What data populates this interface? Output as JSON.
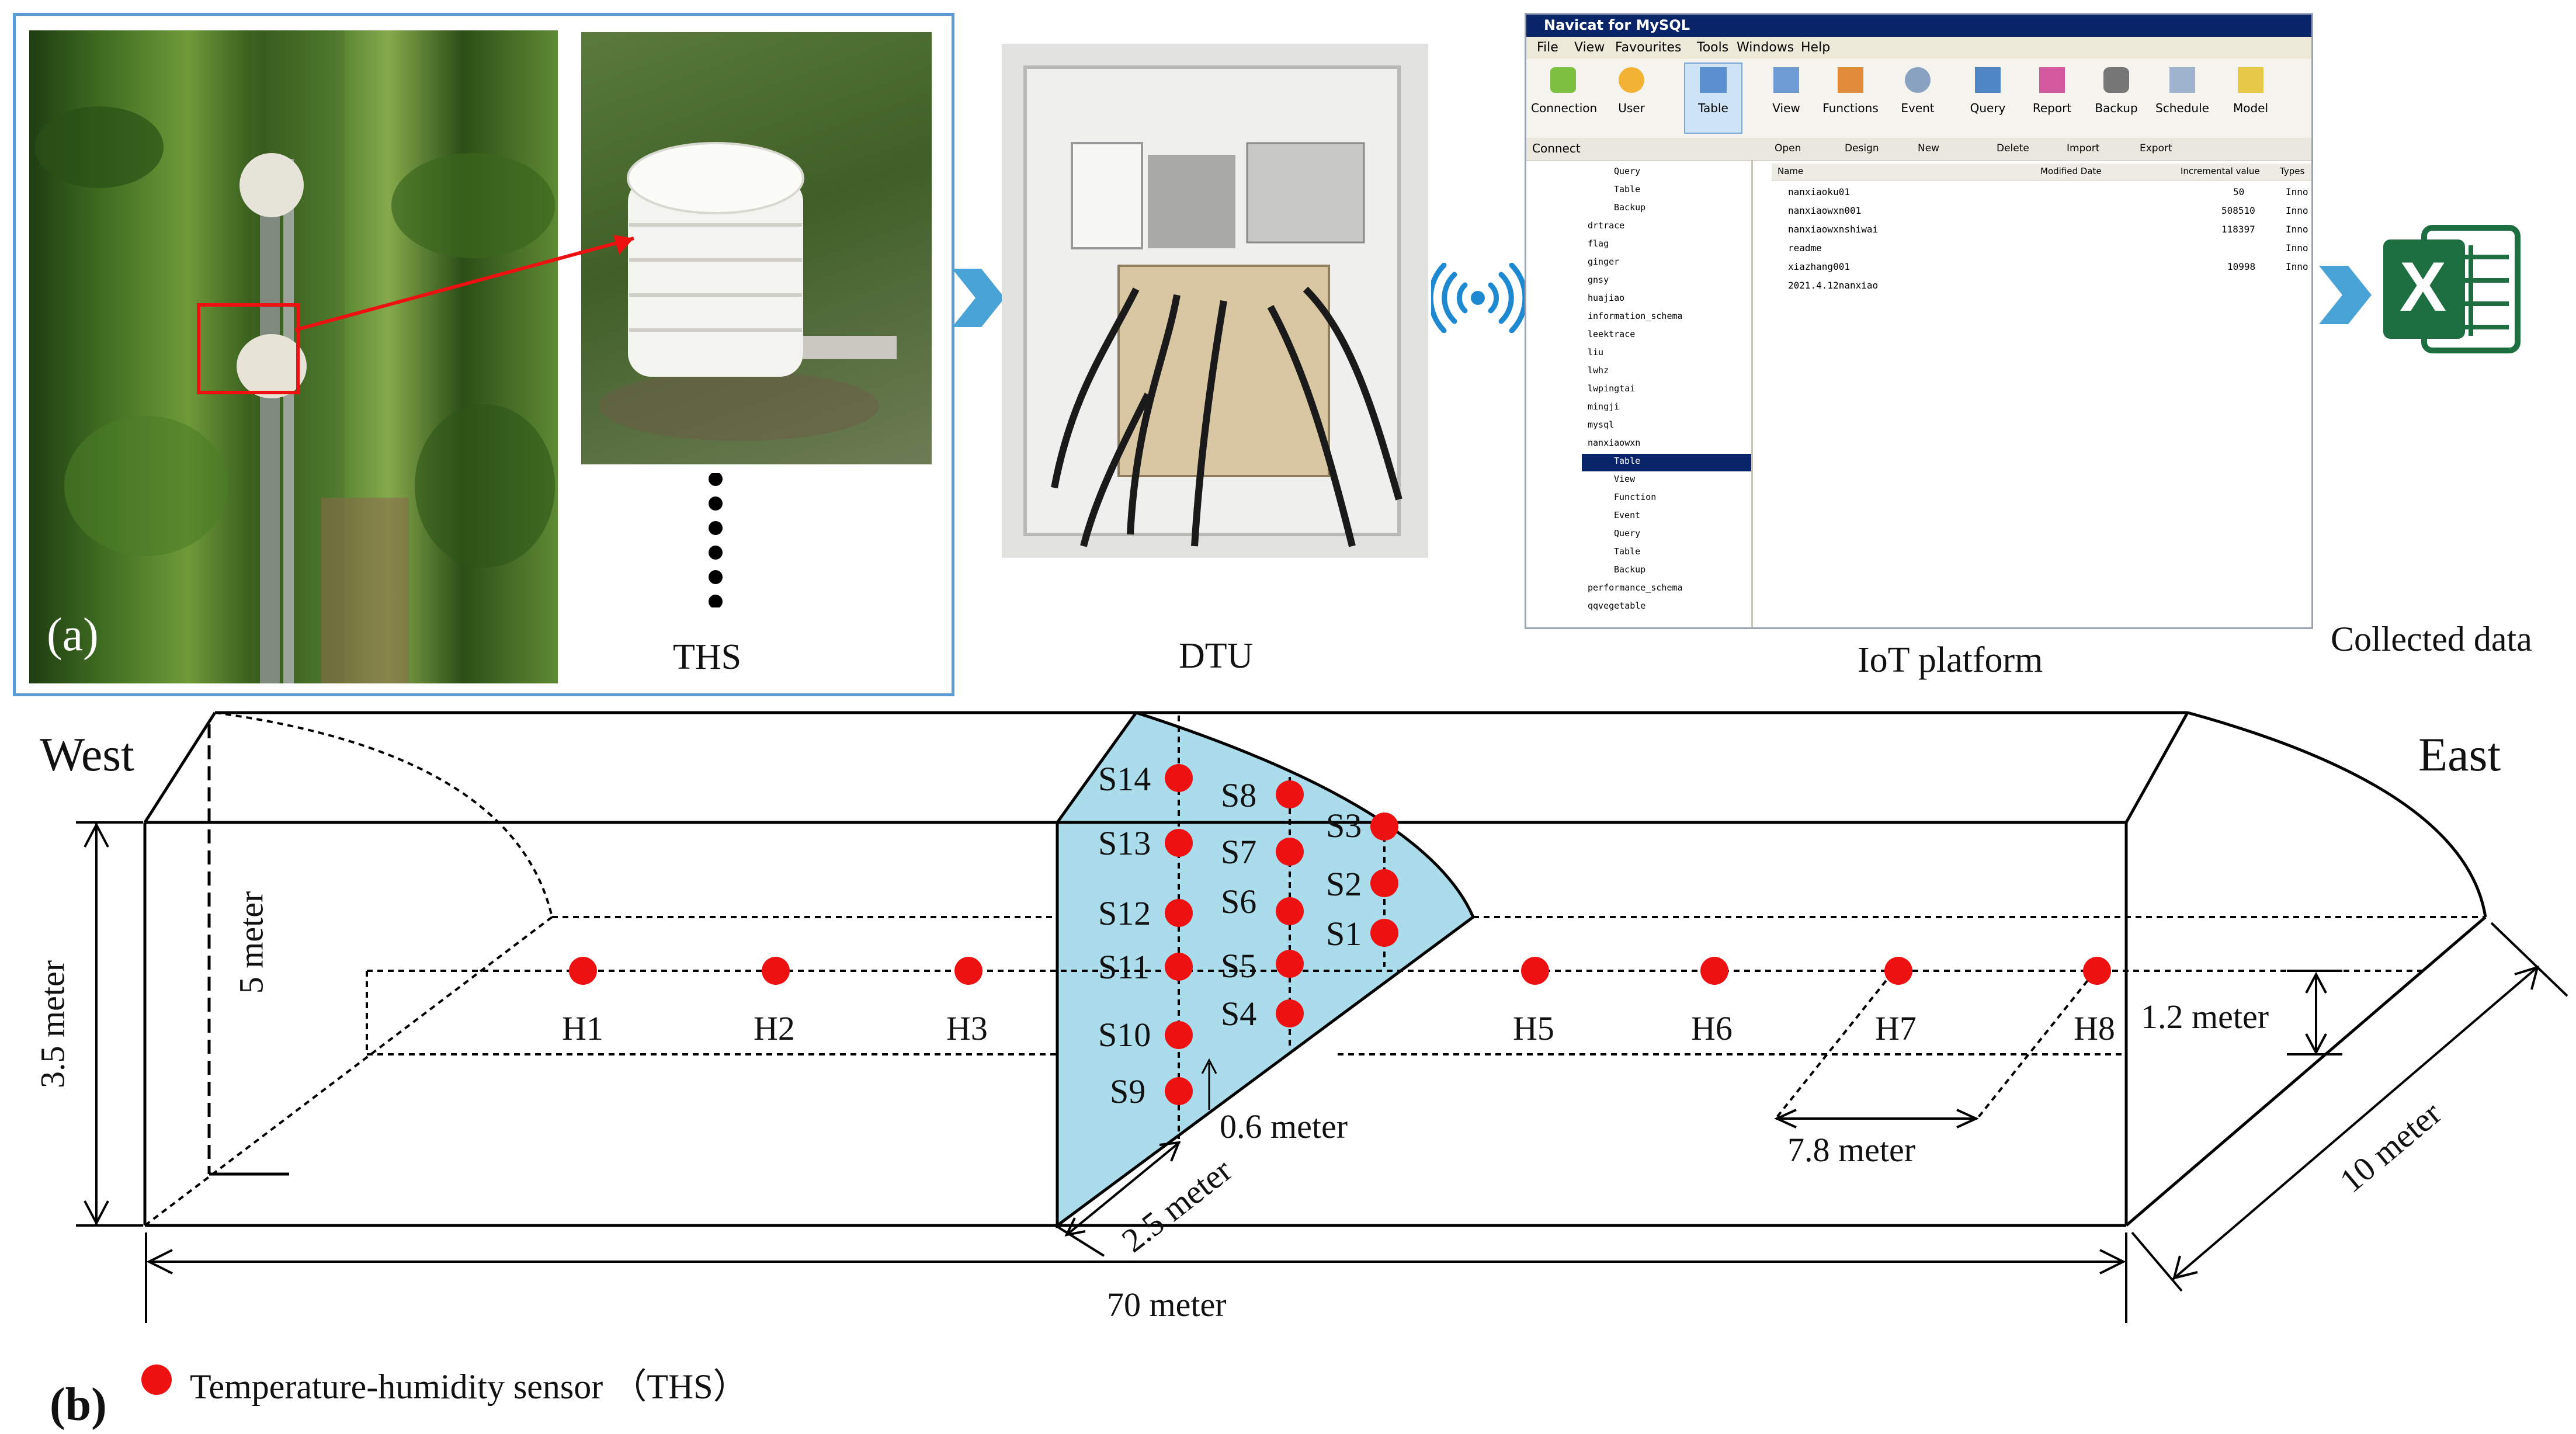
{
  "panel_a": {
    "label": "(a)",
    "captions": {
      "ths": "THS",
      "dtu": "DTU",
      "iot": "IoT platform",
      "collected": "Collected data"
    },
    "navicat": {
      "title": "Navicat for MySQL",
      "menu": [
        "File",
        "View",
        "Favourites",
        "Tools",
        "Windows",
        "Help"
      ],
      "toolbar": [
        "Connection",
        "User",
        "Table",
        "View",
        "Functions",
        "Event",
        "Query",
        "Report",
        "Backup",
        "Schedule",
        "Model"
      ],
      "connect_label": "Connect",
      "subtoolbar": [
        "Open",
        "Design",
        "New",
        "Delete",
        "Import",
        "Export"
      ],
      "tree": [
        "Query",
        "Table",
        "Backup",
        "drtrace",
        "flag",
        "ginger",
        "gnsy",
        "huajiao",
        "information_schema",
        "leektrace",
        "liu",
        "lwhz",
        "lwpingtai",
        "mingji",
        "mysql",
        "nanxiaowxn",
        "Table",
        "View",
        "Function",
        "Event",
        "Query",
        "Table",
        "Backup",
        "performance_schema",
        "qqvegetable"
      ],
      "table_headers": [
        "Name",
        "Modified Date",
        "Incremental value",
        "Types"
      ],
      "rows": [
        {
          "name": "nanxiaoku01",
          "inc": "50",
          "type": "Inno"
        },
        {
          "name": "nanxiaowxn001",
          "inc": "508510",
          "type": "Inno"
        },
        {
          "name": "nanxiaowxnshiwai",
          "inc": "118397",
          "type": "Inno"
        },
        {
          "name": "readme",
          "inc": "",
          "type": "Inno"
        },
        {
          "name": "xiazhang001",
          "inc": "10998",
          "type": "Inno"
        },
        {
          "name": "2021.4.12nanxiao",
          "inc": "",
          "type": ""
        }
      ]
    },
    "excel_letter": "X"
  },
  "panel_b": {
    "label": "(b)",
    "west": "West",
    "east": "East",
    "dims": {
      "height": "3.5 meter",
      "ridge": "5 meter",
      "length": "70 meter",
      "width": "10 meter",
      "h_height": "1.2 meter",
      "h_spacing": "7.8 meter",
      "s_spacing": "2.5 meter",
      "s_vertical": "0.6 meter"
    },
    "h_labels": [
      "H1",
      "H2",
      "H3",
      "H5",
      "H6",
      "H7",
      "H8"
    ],
    "s_col1": [
      "S14",
      "S13",
      "S12",
      "S11",
      "S10",
      "S9"
    ],
    "s_col2": [
      "S8",
      "S7",
      "S6",
      "S5",
      "S4"
    ],
    "s_col3": [
      "S3",
      "S2",
      "S1"
    ],
    "legend": "Temperature-humidity sensor （THS）",
    "colors": {
      "sensor": "#ee1111",
      "section": "#aadceb",
      "arrow": "#4aa3d6"
    }
  }
}
